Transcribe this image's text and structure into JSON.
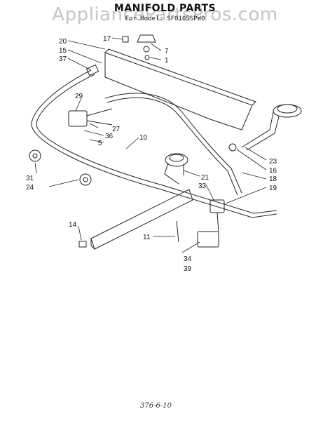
{
  "header": {
    "title": "MANIFOLD PARTS",
    "subtitle": "For Model: SF010SSPW0",
    "watermark": "AppliancePartsPros.com"
  },
  "callouts": [
    "20",
    "15",
    "37",
    "17",
    "7",
    "1",
    "29",
    "36",
    "27",
    "5",
    "10",
    "31",
    "24",
    "23",
    "16",
    "21",
    "18",
    "33",
    "19",
    "14",
    "11",
    "34",
    "39"
  ],
  "footer": {
    "code": "376-6-10"
  }
}
